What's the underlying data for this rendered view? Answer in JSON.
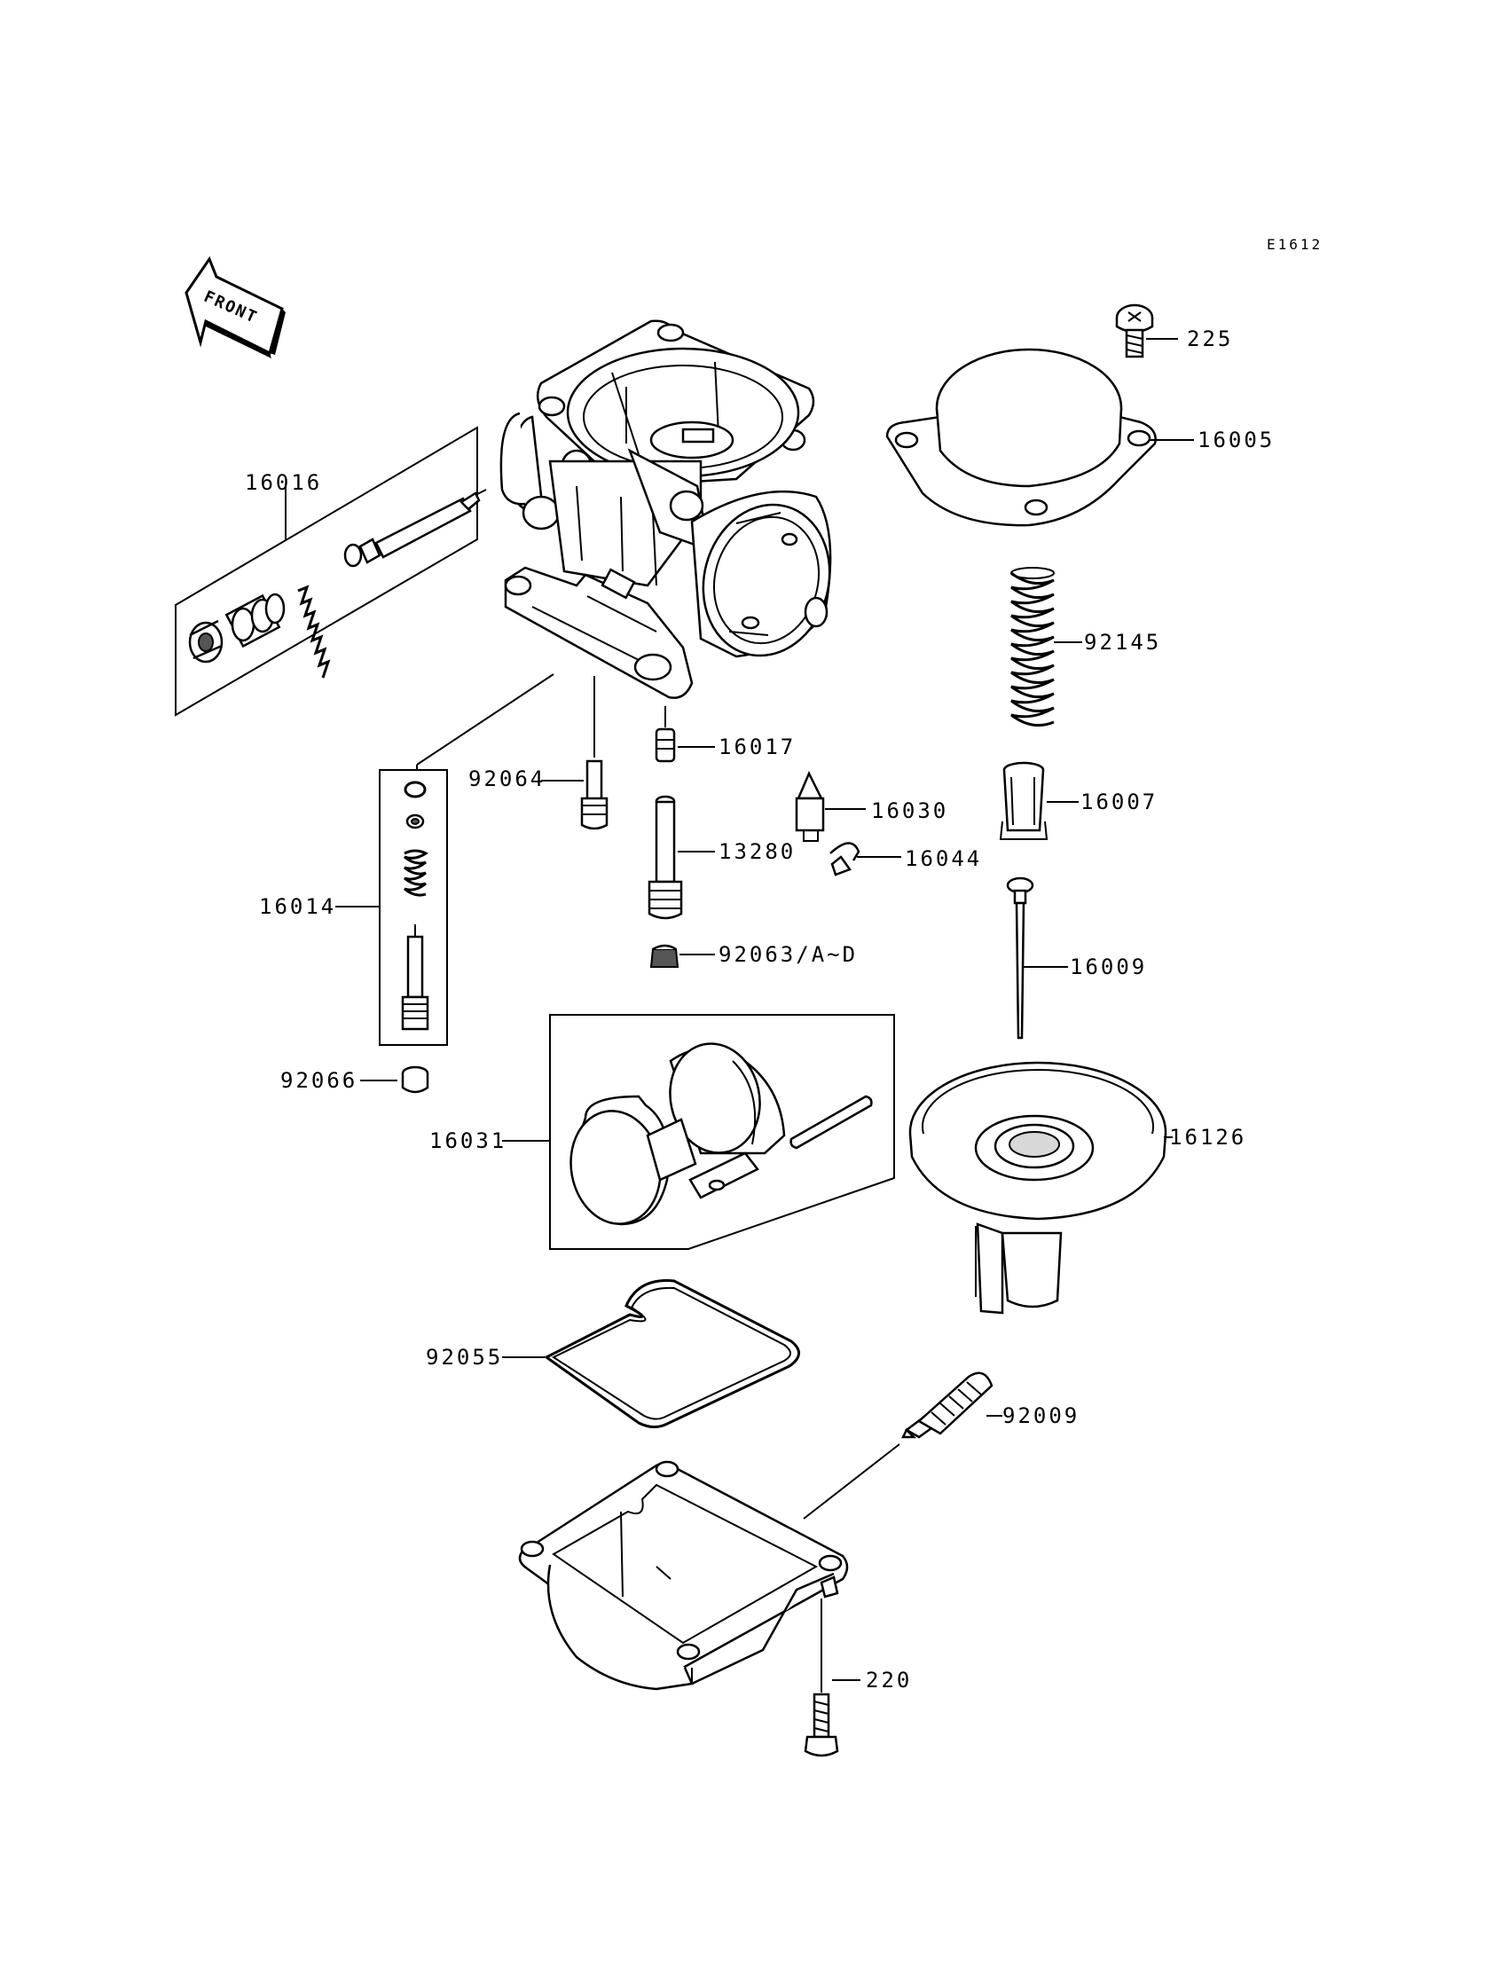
{
  "diagram_code": "E1612",
  "front_indicator": "FRONT",
  "labels": {
    "p225": "225",
    "p16005": "16005",
    "p16016": "16016",
    "p92145": "92145",
    "p16017": "16017",
    "p92064": "92064",
    "p16030": "16030",
    "p16007": "16007",
    "p13280": "13280",
    "p16044": "16044",
    "p16014": "16014",
    "p92063": "92063/A~D",
    "p16009": "16009",
    "p92066": "92066",
    "p16031": "16031",
    "p16126": "16126",
    "p92055": "92055",
    "p92009": "92009",
    "p220": "220"
  }
}
